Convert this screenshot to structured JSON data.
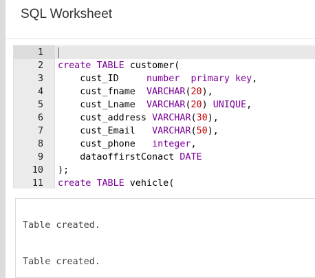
{
  "window": {
    "title": "SQL Worksheet"
  },
  "editor": {
    "lines": [
      {
        "n": "1",
        "tokens": []
      },
      {
        "n": "2",
        "tokens": [
          {
            "t": "create",
            "c": "kw"
          },
          {
            "t": " "
          },
          {
            "t": "TABLE",
            "c": "kw"
          },
          {
            "t": " customer("
          }
        ]
      },
      {
        "n": "3",
        "tokens": [
          {
            "t": "    cust_ID     "
          },
          {
            "t": "number",
            "c": "ty"
          },
          {
            "t": "  "
          },
          {
            "t": "primary",
            "c": "kw"
          },
          {
            "t": " "
          },
          {
            "t": "key",
            "c": "kw"
          },
          {
            "t": ","
          }
        ]
      },
      {
        "n": "4",
        "tokens": [
          {
            "t": "    cust_fname  "
          },
          {
            "t": "VARCHAR",
            "c": "ty"
          },
          {
            "t": "("
          },
          {
            "t": "20",
            "c": "num"
          },
          {
            "t": "),"
          }
        ]
      },
      {
        "n": "5",
        "tokens": [
          {
            "t": "    cust_Lname  "
          },
          {
            "t": "VARCHAR",
            "c": "ty"
          },
          {
            "t": "("
          },
          {
            "t": "20",
            "c": "num"
          },
          {
            "t": ") "
          },
          {
            "t": "UNIQUE",
            "c": "kw"
          },
          {
            "t": ","
          }
        ]
      },
      {
        "n": "6",
        "tokens": [
          {
            "t": "    cust_address "
          },
          {
            "t": "VARCHAR",
            "c": "ty"
          },
          {
            "t": "("
          },
          {
            "t": "30",
            "c": "num"
          },
          {
            "t": "),"
          }
        ]
      },
      {
        "n": "7",
        "tokens": [
          {
            "t": "    cust_Email   "
          },
          {
            "t": "VARCHAR",
            "c": "ty"
          },
          {
            "t": "("
          },
          {
            "t": "50",
            "c": "num"
          },
          {
            "t": "),"
          }
        ]
      },
      {
        "n": "8",
        "tokens": [
          {
            "t": "    cust_phone   "
          },
          {
            "t": "integer",
            "c": "ty"
          },
          {
            "t": ","
          }
        ]
      },
      {
        "n": "9",
        "tokens": [
          {
            "t": "    dataoffirstConact "
          },
          {
            "t": "DATE",
            "c": "ty"
          }
        ]
      },
      {
        "n": "10",
        "tokens": [
          {
            "t": ");"
          }
        ]
      },
      {
        "n": "11",
        "tokens": [
          {
            "t": "create",
            "c": "kw"
          },
          {
            "t": " "
          },
          {
            "t": "TABLE",
            "c": "kw"
          },
          {
            "t": " vehicle("
          }
        ]
      }
    ]
  },
  "output": {
    "lines": [
      "Table created.",
      "Table created."
    ]
  },
  "colors": {
    "keyword": "#7a0098",
    "number": "#c40000",
    "gutter_bg": "#ebebeb"
  }
}
